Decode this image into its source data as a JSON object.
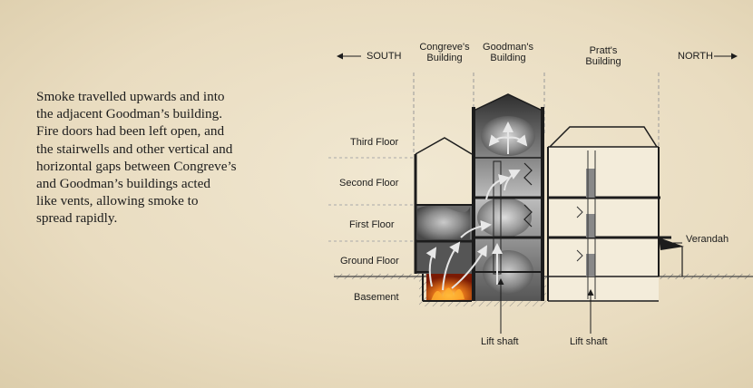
{
  "description_lines": [
    "Smoke travelled upwards and into",
    "the adjacent Goodman’s building.",
    "Fire doors had been left open, and",
    "the stairwells and other vertical and",
    "horizontal gaps between Congreve’s",
    "and Goodman’s buildings acted",
    "like vents, allowing smoke to",
    "spread rapidly."
  ],
  "directions": {
    "south": "SOUTH",
    "north": "NORTH"
  },
  "buildings": [
    {
      "line1": "Congreve's",
      "line2": "Building"
    },
    {
      "line1": "Goodman's",
      "line2": "Building"
    },
    {
      "line1": "Pratt's",
      "line2": "Building"
    }
  ],
  "floors": [
    "Third Floor",
    "Second Floor",
    "First Floor",
    "Ground Floor",
    "Basement"
  ],
  "callouts": {
    "verandah": "Verandah",
    "lift_shaft_1": "Lift shaft",
    "lift_shaft_2": "Lift shaft"
  },
  "colors": {
    "background": "#ece1c6",
    "ink": "#1c1c1c",
    "smoke": "#4a4a4a",
    "fire": "#e85a10"
  }
}
